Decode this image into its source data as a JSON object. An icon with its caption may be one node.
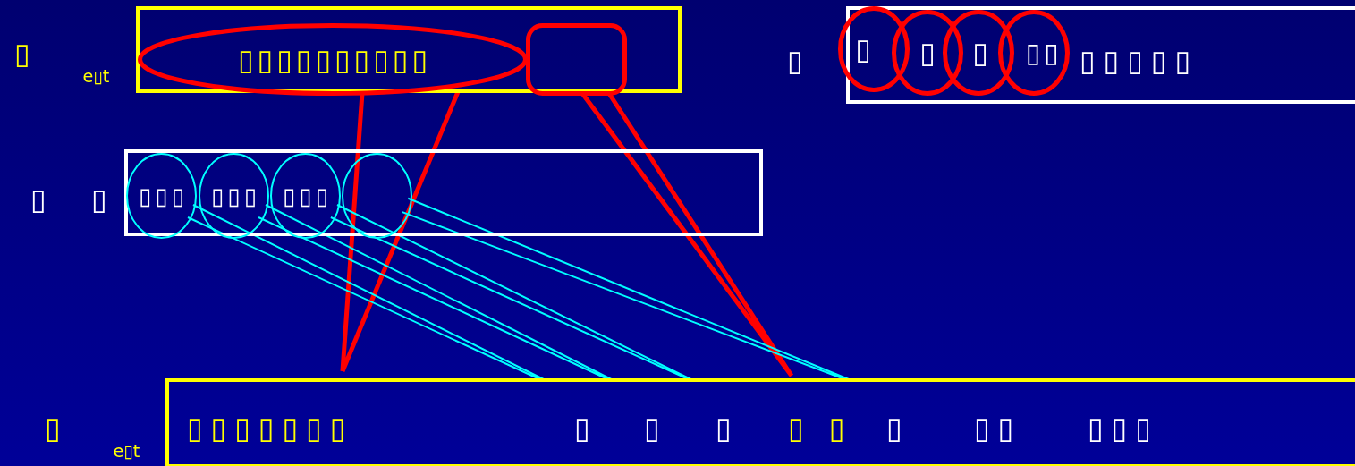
{
  "diagram": {
    "nodes": [
      {
        "text": [
          "▯ $_{e▯t}$"
        ]
      },
      {
        "text": [
          "▯▯▯▯▯▯▯▯▯▯"
        ],
        "in": 0
      },
      {
        "text": [],
        "shape": "box",
        "in": 0
      },
      {
        "text": [
          "▯",
          "▯▯▯▯▯"
        ]
      },
      {
        "text": [
          "▯"
        ]
      },
      {
        "text": [
          "▯"
        ],
        "in": 3
      },
      {
        "text": [
          "▯"
        ],
        "in": 3
      },
      {
        "text": [
          "▯▯"
        ],
        "in": 3
      },
      {
        "text": [
          "▯",
          "▯"
        ]
      },
      {
        "text": [
          "▯▯▯"
        ],
        "in": 8
      },
      {
        "text": [
          "▯▯▯"
        ],
        "in": 8
      },
      {
        "text": [
          "▯▯▯"
        ],
        "in": 8
      },
      {
        "text": [],
        "shape": "circle",
        "in": 8
      },
      {
        "text": [
          "▯ $_{e▯t}$",
          "▯▯▯▯▯▯▯",
          "▯",
          "▯",
          "▯",
          "▯ ▯",
          "▯",
          "▯▯",
          "▯▯▯"
        ]
      }
    ],
    "edges": [
      {
        "from": 1,
        "to": 13,
        "arrow": "none",
        "style": "thick",
        "color": "#ff0000"
      },
      {
        "from": 2,
        "to": 13,
        "arrow": "none",
        "style": "thick",
        "color": "#ff0000"
      },
      {
        "from": 9,
        "to": 13,
        "arrow": "none"
      },
      {
        "from": 10,
        "to": 13,
        "arrow": "none"
      },
      {
        "from": 11,
        "to": 13,
        "arrow": "none"
      },
      {
        "from": 12,
        "to": 13,
        "arrow": "none"
      }
    ]
  }
}
